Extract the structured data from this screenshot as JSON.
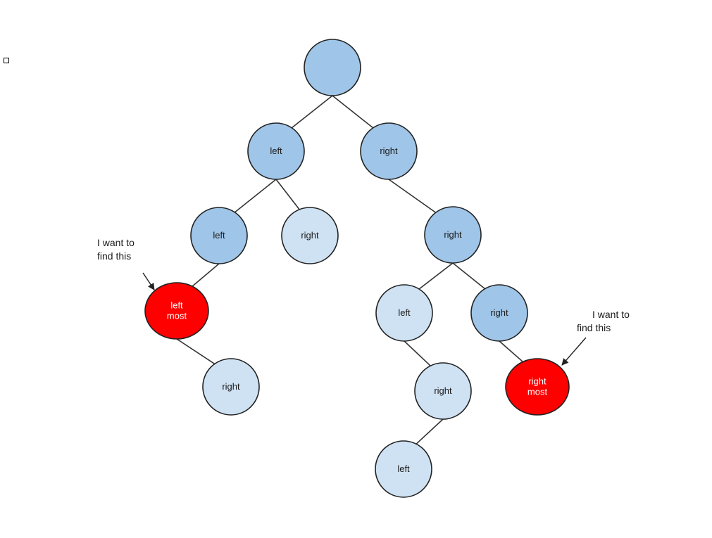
{
  "diagram": {
    "nodes": [
      {
        "id": "root",
        "lines": [
          ""
        ],
        "fill": "#9fc5e8"
      },
      {
        "id": "l1-left",
        "lines": [
          "left"
        ],
        "fill": "#9fc5e8"
      },
      {
        "id": "l1-right",
        "lines": [
          "right"
        ],
        "fill": "#9fc5e8"
      },
      {
        "id": "l2-left",
        "lines": [
          "left"
        ],
        "fill": "#9fc5e8"
      },
      {
        "id": "l2-right-a",
        "lines": [
          "right"
        ],
        "fill": "#cfe2f3"
      },
      {
        "id": "l2-right-b",
        "lines": [
          "right"
        ],
        "fill": "#9fc5e8"
      },
      {
        "id": "left-most",
        "lines": [
          "left",
          "most"
        ],
        "fill": "#ff0000"
      },
      {
        "id": "l3-left",
        "lines": [
          "left"
        ],
        "fill": "#cfe2f3"
      },
      {
        "id": "l3-right",
        "lines": [
          "right"
        ],
        "fill": "#9fc5e8"
      },
      {
        "id": "l4-right-a",
        "lines": [
          "right"
        ],
        "fill": "#cfe2f3"
      },
      {
        "id": "l4-right-b",
        "lines": [
          "right"
        ],
        "fill": "#cfe2f3"
      },
      {
        "id": "right-most",
        "lines": [
          "right",
          "most"
        ],
        "fill": "#ff0000"
      },
      {
        "id": "l5-left",
        "lines": [
          "left"
        ],
        "fill": "#cfe2f3"
      }
    ],
    "edges": [
      [
        "root",
        "l1-left"
      ],
      [
        "root",
        "l1-right"
      ],
      [
        "l1-left",
        "l2-left"
      ],
      [
        "l1-left",
        "l2-right-a"
      ],
      [
        "l1-right",
        "l2-right-b"
      ],
      [
        "l2-left",
        "left-most"
      ],
      [
        "left-most",
        "l4-right-a"
      ],
      [
        "l2-right-b",
        "l3-left"
      ],
      [
        "l2-right-b",
        "l3-right"
      ],
      [
        "l3-left",
        "l4-right-b"
      ],
      [
        "l3-right",
        "right-most"
      ],
      [
        "l4-right-b",
        "l5-left"
      ]
    ],
    "annotations": [
      {
        "id": "left-note",
        "lines": [
          "I want to",
          "find this"
        ],
        "target": "left-most"
      },
      {
        "id": "right-note",
        "lines": [
          "I want to",
          "find this"
        ],
        "target": "right-most"
      }
    ],
    "colors": {
      "edge": "#333333",
      "stroke": "#222222",
      "text": "#1a1a1a",
      "text_on_red": "#ffffff"
    }
  }
}
